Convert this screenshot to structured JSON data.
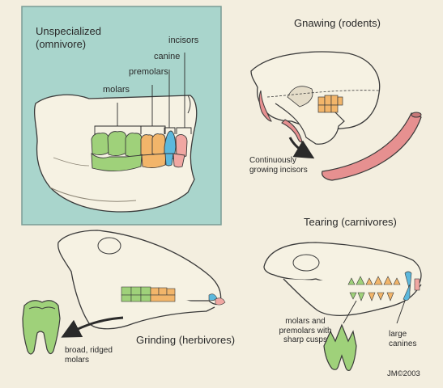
{
  "colors": {
    "background": "#f3eedf",
    "panel": "#a9d5cc",
    "bone": "#f6f2e3",
    "outline": "#3a3a3a",
    "molar": "#9fd17a",
    "premolar": "#f2b56a",
    "canine": "#5cb8dc",
    "incisor": "#f0a7a2",
    "rodent_incisor": "#e69090"
  },
  "icons": [
    "arrow-curved",
    "tooth-crown"
  ],
  "panels": {
    "unspecialized": {
      "title": "Unspecialized",
      "subtitle": "(omnivore)",
      "labels": {
        "incisors": "incisors",
        "canine": "canine",
        "premolars": "premolars",
        "molars": "molars"
      }
    },
    "gnawing": {
      "title": "Gnawing (rodents)",
      "callout": "Continuously growing incisors"
    },
    "grinding": {
      "title": "Grinding (herbivores)",
      "callout": "broad, ridged molars"
    },
    "tearing": {
      "title": "Tearing (carnivores)",
      "callout_molars": "molars and premolars with sharp cusps",
      "callout_canines": "large canines"
    }
  },
  "signature": "JM©2003"
}
